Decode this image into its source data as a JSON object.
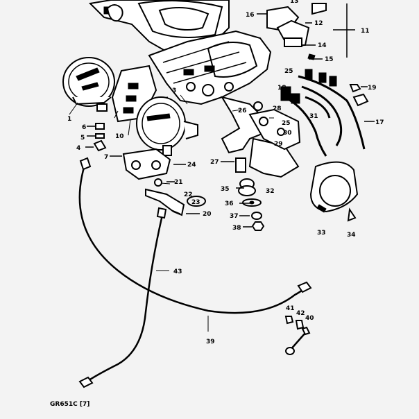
{
  "diagram": {
    "code": "GR651C [7]",
    "callouts": [
      "1",
      "3",
      "4",
      "5",
      "6",
      "7",
      "10",
      "11",
      "12",
      "13",
      "14",
      "15",
      "16",
      "17",
      "18",
      "19",
      "20",
      "21",
      "22",
      "23",
      "24",
      "25",
      "25",
      "26",
      "27",
      "28",
      "29",
      "30",
      "31",
      "32",
      "33",
      "34",
      "35",
      "36",
      "37",
      "38",
      "39",
      "40",
      "41",
      "42",
      "43"
    ]
  }
}
